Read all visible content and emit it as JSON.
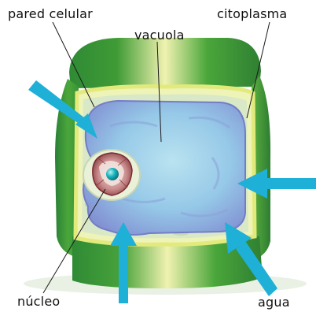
{
  "labels": {
    "pared_celular": "pared celular",
    "citoplasma": "citoplasma",
    "vacuola": "vacuola",
    "nucleo": "núcleo",
    "agua": "agua"
  },
  "colors": {
    "cell_wall_green": "#3e9a34",
    "cell_wall_light": "#e8efa6",
    "membrane_yellow": "#e9ee7a",
    "vacuole_blue": "#8fc6ea",
    "vacuole_edge": "#7b85cf",
    "cytoplasm": "#d7e7c8",
    "nucleus_red": "#9b3d44",
    "nucleolus": "#16b2b9",
    "water_arrow": "#1fb0d8"
  },
  "arrows": [
    {
      "name": "water-arrow-top-left",
      "icon": "arrow-icon"
    },
    {
      "name": "water-arrow-right",
      "icon": "arrow-icon"
    },
    {
      "name": "water-arrow-bottom",
      "icon": "arrow-icon"
    },
    {
      "name": "water-arrow-bottom-right",
      "icon": "arrow-icon"
    }
  ]
}
